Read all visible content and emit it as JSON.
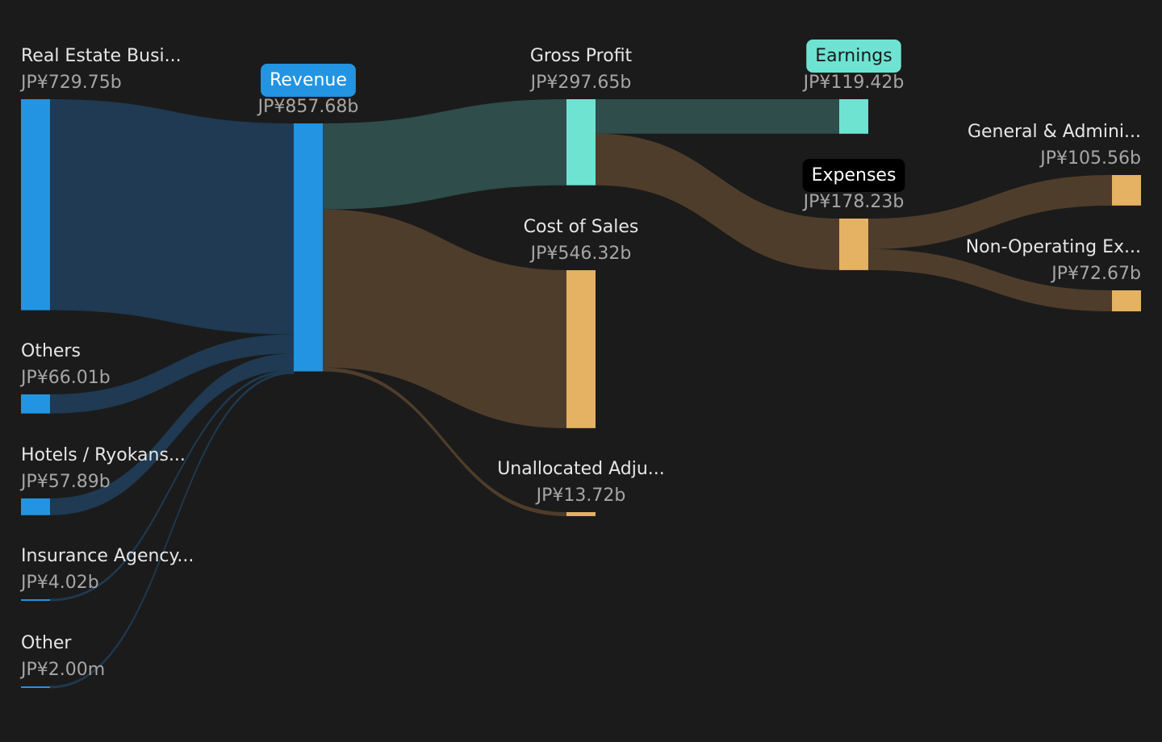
{
  "colors": {
    "background": "#1b1b1b",
    "revenue_blue": "#2394e1",
    "profit_teal": "#6ee3d2",
    "cost_orange": "#e5b163",
    "flow_blue": "#1f3a52",
    "flow_teal": "#2f4d4a",
    "flow_brown": "#4f3d2b"
  },
  "chart_data": {
    "type": "sankey",
    "title": "",
    "units": "JP¥",
    "nodes": [
      {
        "id": "real_estate",
        "name": "Real Estate Busi...",
        "value_label": "JP¥729.75b",
        "value": 729.75,
        "color": "#2394e1",
        "label_style": "plain"
      },
      {
        "id": "others",
        "name": "Others",
        "value_label": "JP¥66.01b",
        "value": 66.01,
        "color": "#2394e1",
        "label_style": "plain"
      },
      {
        "id": "hotels",
        "name": "Hotels / Ryokans...",
        "value_label": "JP¥57.89b",
        "value": 57.89,
        "color": "#2394e1",
        "label_style": "plain"
      },
      {
        "id": "insurance",
        "name": "Insurance Agency...",
        "value_label": "JP¥4.02b",
        "value": 4.02,
        "color": "#2394e1",
        "label_style": "plain"
      },
      {
        "id": "other",
        "name": "Other",
        "value_label": "JP¥2.00m",
        "value": 0.002,
        "color": "#2394e1",
        "label_style": "plain"
      },
      {
        "id": "revenue",
        "name": "Revenue",
        "value_label": "JP¥857.68b",
        "value": 857.68,
        "color": "#2394e1",
        "label_style": "pill-blue"
      },
      {
        "id": "gross_profit",
        "name": "Gross Profit",
        "value_label": "JP¥297.65b",
        "value": 297.65,
        "color": "#6ee3d2",
        "label_style": "plain"
      },
      {
        "id": "cost_of_sales",
        "name": "Cost of Sales",
        "value_label": "JP¥546.32b",
        "value": 546.32,
        "color": "#e5b163",
        "label_style": "plain"
      },
      {
        "id": "unallocated",
        "name": "Unallocated Adju...",
        "value_label": "JP¥13.72b",
        "value": 13.72,
        "color": "#e5b163",
        "label_style": "plain"
      },
      {
        "id": "earnings",
        "name": "Earnings",
        "value_label": "JP¥119.42b",
        "value": 119.42,
        "color": "#6ee3d2",
        "label_style": "pill-teal"
      },
      {
        "id": "expenses",
        "name": "Expenses",
        "value_label": "JP¥178.23b",
        "value": 178.23,
        "color": "#e5b163",
        "label_style": "pill-black"
      },
      {
        "id": "general_admin",
        "name": "General & Admini...",
        "value_label": "JP¥105.56b",
        "value": 105.56,
        "color": "#e5b163",
        "label_style": "plain"
      },
      {
        "id": "non_operating",
        "name": "Non-Operating Ex...",
        "value_label": "JP¥72.67b",
        "value": 72.67,
        "color": "#e5b163",
        "label_style": "plain"
      }
    ],
    "links": [
      {
        "source": "real_estate",
        "target": "revenue",
        "value": 729.75,
        "color": "#1f3a52"
      },
      {
        "source": "others",
        "target": "revenue",
        "value": 66.01,
        "color": "#1f3a52"
      },
      {
        "source": "hotels",
        "target": "revenue",
        "value": 57.89,
        "color": "#1f3a52"
      },
      {
        "source": "insurance",
        "target": "revenue",
        "value": 4.02,
        "color": "#1f3a52"
      },
      {
        "source": "other",
        "target": "revenue",
        "value": 0.002,
        "color": "#1f3a52"
      },
      {
        "source": "revenue",
        "target": "gross_profit",
        "value": 297.65,
        "color": "#2f4d4a"
      },
      {
        "source": "revenue",
        "target": "cost_of_sales",
        "value": 546.32,
        "color": "#4f3d2b"
      },
      {
        "source": "revenue",
        "target": "unallocated",
        "value": 13.72,
        "color": "#4f3d2b"
      },
      {
        "source": "gross_profit",
        "target": "earnings",
        "value": 119.42,
        "color": "#2f4d4a"
      },
      {
        "source": "gross_profit",
        "target": "expenses",
        "value": 178.23,
        "color": "#4f3d2b"
      },
      {
        "source": "expenses",
        "target": "general_admin",
        "value": 105.56,
        "color": "#4f3d2b"
      },
      {
        "source": "expenses",
        "target": "non_operating",
        "value": 72.67,
        "color": "#4f3d2b"
      }
    ]
  }
}
